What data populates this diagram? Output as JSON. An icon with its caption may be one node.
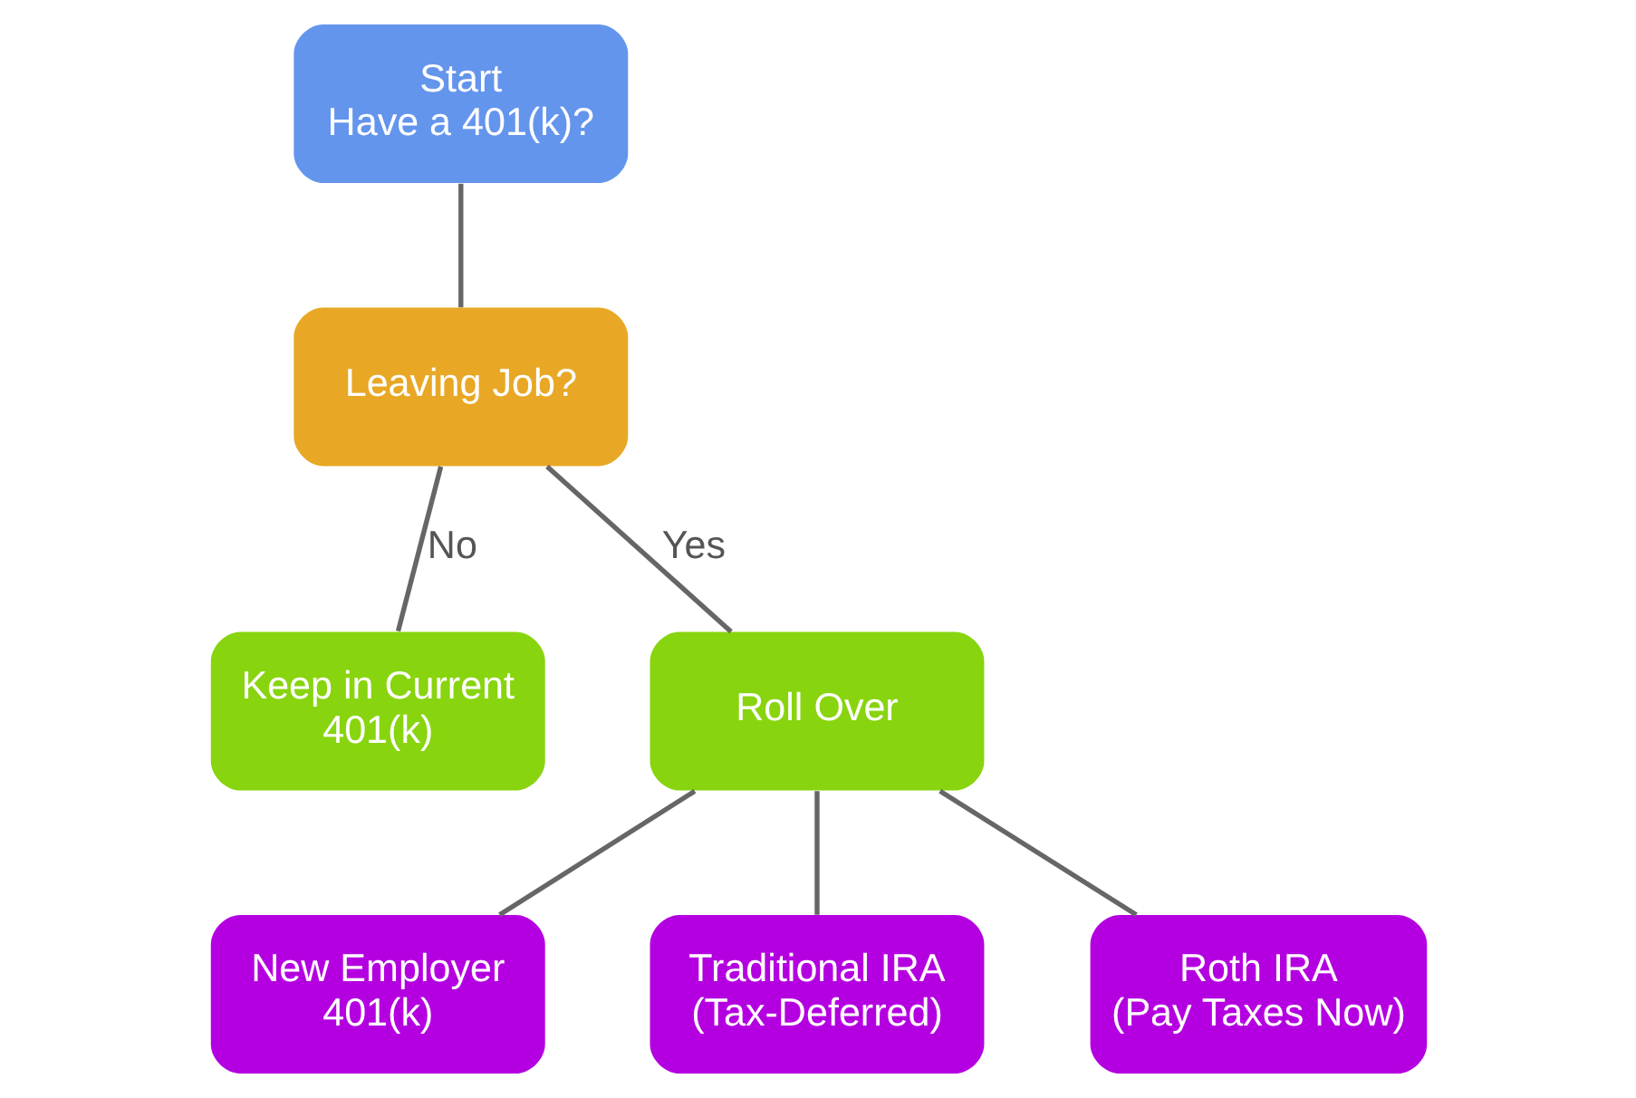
{
  "diagram": {
    "nodes": [
      {
        "text": [
          "Start Have a 401(k)?"
        ]
      },
      {
        "text": [
          "Leaving Job?"
        ]
      },
      {
        "text": [
          "Keep in Current 401(k)"
        ]
      },
      {
        "text": [
          "Roll Over"
        ]
      },
      {
        "text": [
          "New Employer 401(k)"
        ]
      },
      {
        "text": [
          "Traditional IRA (Tax-Deferred)"
        ]
      },
      {
        "text": [
          "Roth IRA (Pay Taxes Now)"
        ]
      }
    ],
    "edges": [
      {
        "from": 0,
        "to": 1,
        "arrow": "none"
      },
      {
        "from": 1,
        "to": 2,
        "arrow": "none",
        "label": "No"
      },
      {
        "from": 1,
        "to": 3,
        "arrow": "none",
        "label": "Yes"
      },
      {
        "from": 3,
        "to": 4,
        "arrow": "none"
      },
      {
        "from": 3,
        "to": 5,
        "arrow": "none"
      },
      {
        "from": 3,
        "to": 6,
        "arrow": "none"
      }
    ]
  }
}
